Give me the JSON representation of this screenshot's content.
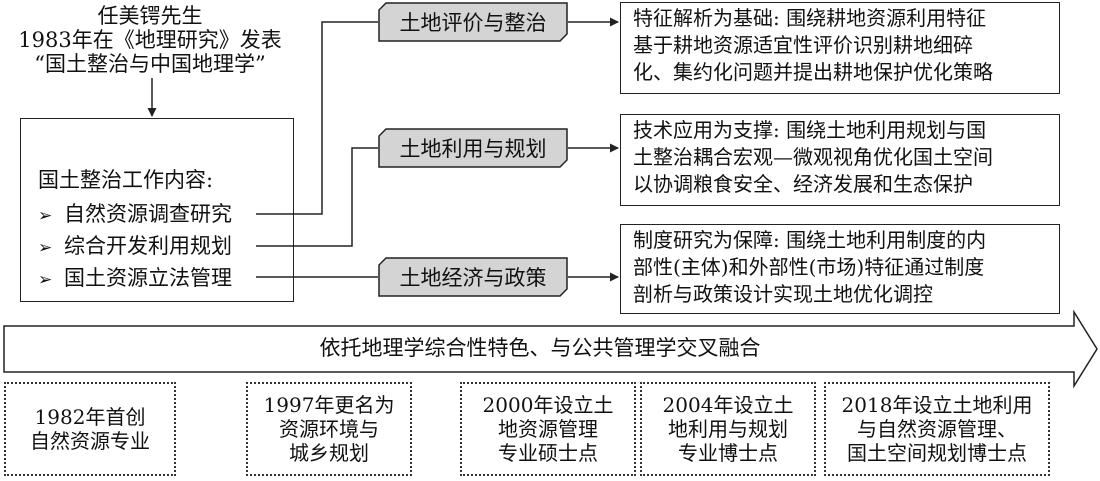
{
  "source": {
    "lines": [
      "任美锷先生",
      "1983年在《地理研究》发表",
      "“国土整治与中国地理学”"
    ]
  },
  "content": {
    "title": "国土整治工作内容:",
    "bullet_mark": "➢",
    "items": [
      "自然资源调查研究",
      "综合开发利用规划",
      "国土资源立法管理"
    ]
  },
  "tags": [
    "土地评价与整治",
    "土地利用与规划",
    "土地经济与政策"
  ],
  "descriptions": [
    [
      "特征解析为基础: 围绕耕地资源利用特征",
      "基于耕地资源适宜性评价识别耕地细碎",
      "化、集约化问题并提出耕地保护优化策略"
    ],
    [
      "技术应用为支撑: 围绕土地利用规划与国",
      "土整治耦合宏观—微观视角优化国土空间",
      "以协调粮食安全、经济发展和生态保护"
    ],
    [
      "制度研究为保障: 围绕土地利用制度的内",
      "部性(主体)和外部性(市场)特征通过制度",
      "剖析与政策设计实现土地优化调控"
    ]
  ],
  "banner": "依托地理学综合性特色、与公共管理学交叉融合",
  "milestones": [
    [
      "1982年首创",
      "自然资源专业"
    ],
    [
      "1997年更名为",
      "资源环境与",
      "城乡规划"
    ],
    [
      "2000年设立土",
      "地资源管理",
      "专业硕士点"
    ],
    [
      "2004年设立土",
      "地利用与规划",
      "专业博士点"
    ],
    [
      "2018年设立土地利用",
      "与自然资源管理、",
      "国土空间规划博士点"
    ]
  ],
  "colors": {
    "tag_fill": "#d4d4d4",
    "stroke": "#222222"
  }
}
